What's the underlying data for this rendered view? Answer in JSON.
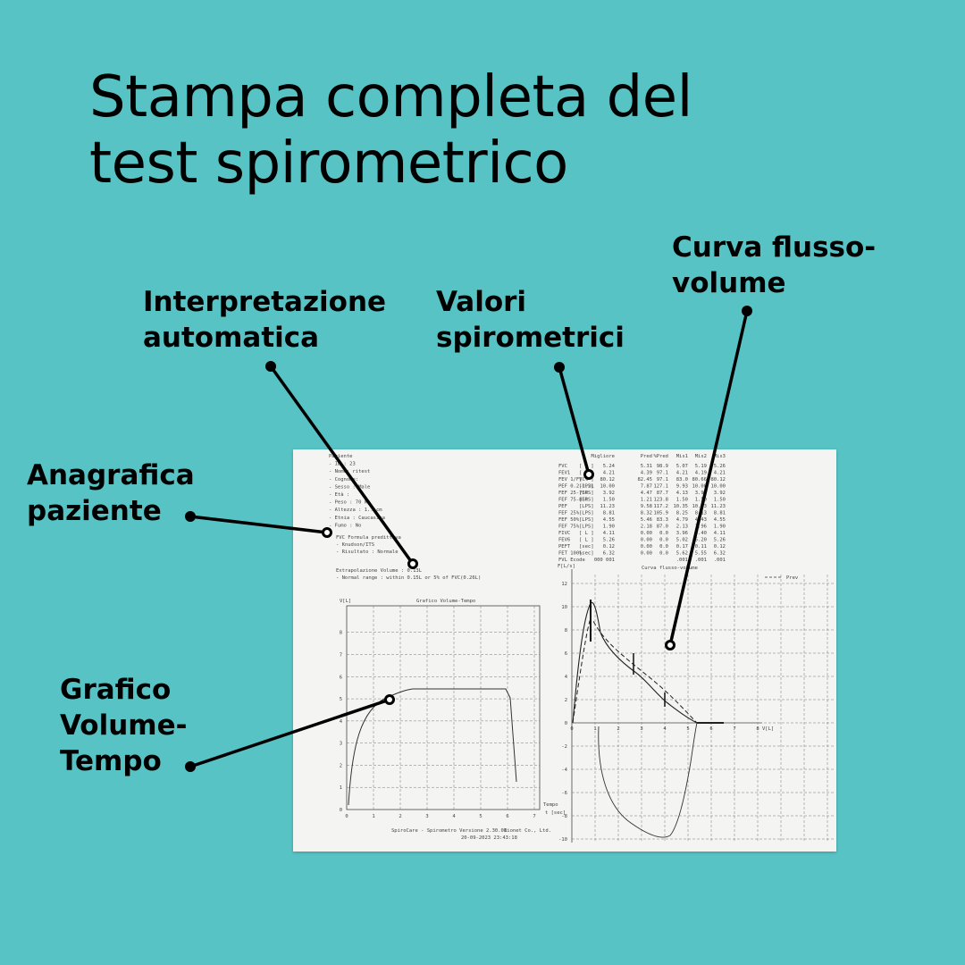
{
  "title": [
    "Stampa completa del",
    "test spirometrico"
  ],
  "callouts": {
    "anagrafica": [
      "Anagrafica",
      "paziente"
    ],
    "interpretazione": [
      "Interpretazione",
      "automatica"
    ],
    "valori": [
      "Valori",
      "spirometrici"
    ],
    "curva": [
      "Curva flusso-",
      "volume"
    ],
    "grafico": [
      "Grafico",
      "Volume-",
      "Tempo"
    ]
  },
  "printout": {
    "patient_lines": [
      "Paziente",
      "- ID :  23",
      "- Nome: ritest",
      "- Cognome:",
      "- Sesso : Male",
      "- Età :",
      "- Peso :  70 kg",
      "- Altezza :  1.. cm",
      "- Etnia :  Caucasica",
      "- Fumo :  No"
    ],
    "interp_lines": [
      "FVC Formula predittiva",
      "- Knudson/ITS",
      "- Risultato :  Normale",
      "Extrapolazione Volume :  0.13L",
      "- Normal range : within 0.15L or 5% of FVC(0.26L)"
    ],
    "table_headers": [
      "Migliore",
      "Pred",
      "%Pred",
      "Mis1",
      "Mis2",
      "Mis3"
    ],
    "table_rows": [
      [
        "FVC",
        "[ L ]",
        "5.24",
        "5.31",
        "98.9",
        "5.07",
        "5.19",
        "5.26"
      ],
      [
        "FEV1",
        "[ L ]",
        "4.21",
        "4.39",
        "97.1",
        "4.21",
        "4.19",
        "4.21"
      ],
      [
        "FEV 1/FVC",
        "[ % ]",
        "80.12",
        "82.45",
        "97.1",
        "83.0",
        "80.66",
        "80.12"
      ],
      [
        "PEF 0.2-1.2L",
        "[LPS]",
        "10.00",
        "7.87",
        "127.1",
        "9.93",
        "10.00",
        "10.00"
      ],
      [
        "FEF 25-75%",
        "[LPS]",
        "3.92",
        "4.47",
        "87.7",
        "4.13",
        "3.96",
        "3.92"
      ],
      [
        "FEF 75-85%",
        "[LPS]",
        "1.50",
        "1.21",
        "123.8",
        "1.50",
        "1.50",
        "1.50"
      ],
      [
        "PEF",
        "[LPS]",
        "11.23",
        "9.58",
        "117.2",
        "10.35",
        "10.93",
        "11.23"
      ],
      [
        "FEF 25%",
        "[LPS]",
        "8.81",
        "8.32",
        "105.9",
        "8.25",
        "8.13",
        "8.81"
      ],
      [
        "FEF 50%",
        "[LPS]",
        "4.55",
        "5.46",
        "83.3",
        "4.79",
        "4.43",
        "4.55"
      ],
      [
        "FEF 75%",
        "[LPS]",
        "1.90",
        "2.18",
        "87.0",
        "2.13",
        "1.96",
        "1.90"
      ],
      [
        "FIVC",
        "[ L ]",
        "4.11",
        "0.00",
        "0.0",
        "3.96",
        "4.40",
        "4.11"
      ],
      [
        "FEV6",
        "[ L ]",
        "5.26",
        "0.00",
        "0.0",
        "5.02",
        "5.20",
        "5.26"
      ],
      [
        "PEFT",
        "[sec]",
        "0.12",
        "0.00",
        "0.0",
        "0.17",
        "0.11",
        "0.12"
      ],
      [
        "FET 100%",
        "[sec]",
        "6.32",
        "0.00",
        "0.0",
        "5.62",
        "5.55",
        "6.32"
      ],
      [
        "FVL Ecode",
        "",
        "000 001",
        "",
        "",
        ".001",
        ".001",
        ".001"
      ]
    ],
    "vt_chart": {
      "title": "Grafico Volume-Tempo",
      "ylabel": "V[L]",
      "xlabel_top": "Tempo",
      "xlabel": "t [sec]",
      "yticks": [
        "0",
        "1",
        "2",
        "3",
        "4",
        "5",
        "6",
        "7",
        "8"
      ],
      "xticks": [
        "0",
        "1",
        "2",
        "3",
        "4",
        "5",
        "6",
        "7"
      ]
    },
    "fv_chart": {
      "title": "Curva flusso-volume",
      "ylabel": "F[L/s]",
      "xlabel": "V[L]",
      "legend": "Prev",
      "yticks": [
        "12",
        "10",
        "8",
        "6",
        "4",
        "2",
        "0",
        "-2",
        "-4",
        "-6",
        "-8",
        "-10"
      ],
      "xticks": [
        "0",
        "1",
        "2",
        "3",
        "4",
        "5",
        "6",
        "7",
        "8"
      ]
    },
    "footer": [
      "SpiroCare - Spirometro Versione 2.30.01",
      "Bionet Co., Ltd.",
      "20-09-2023 23:43:18"
    ]
  },
  "colors": {
    "background": "#57c3c5",
    "text": "#000000",
    "paper": "#f4f4f2"
  }
}
